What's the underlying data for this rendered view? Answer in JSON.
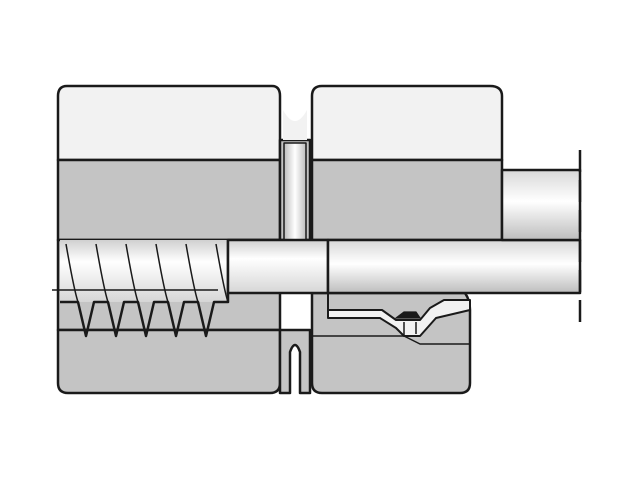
{
  "figure": {
    "subject": "straight-fitting-cross-section",
    "colors": {
      "outline": "#1a1a1a",
      "metal_light": "#f2f2f2",
      "metal_mid": "#c4c4c4",
      "metal_dark": "#9a9a9a",
      "background": "#ffffff"
    },
    "icons": [
      "female-hex-nut",
      "male-hex-nut",
      "tube",
      "internal-thread",
      "ferrule"
    ]
  }
}
